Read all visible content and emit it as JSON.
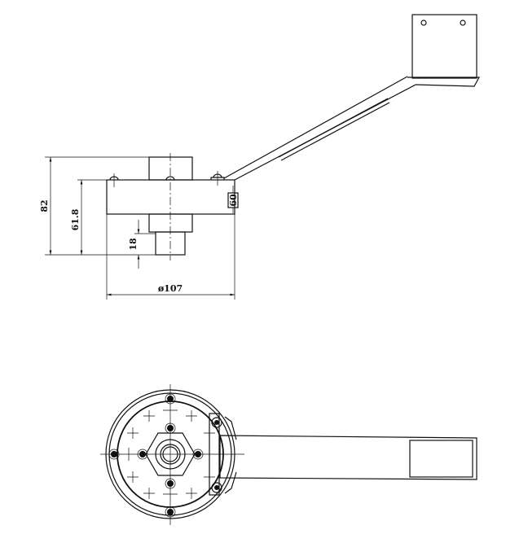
{
  "drawing": {
    "side_view": {
      "dimensions": {
        "overall_height": "82",
        "body_height": "61.8",
        "nut_height": "18",
        "diameter": "ø107",
        "side_label": "60"
      }
    },
    "top_view": {}
  }
}
